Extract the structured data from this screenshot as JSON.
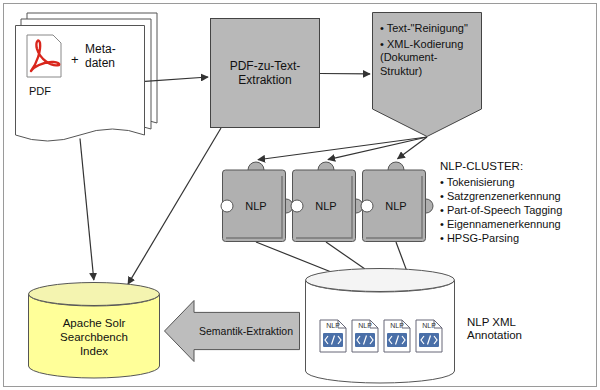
{
  "diagram": {
    "nodes": [
      {
        "text": [
          "PDF",
          "+",
          "Meta- daten"
        ]
      },
      {
        "text": [
          "PDF-zu-Text- Extraktion"
        ]
      },
      {
        "text": [
          "• Text-\"Reinigung\"",
          "• XML-Kodierung (Dokument- Struktur)"
        ]
      },
      {
        "text": [
          "NLP"
        ]
      },
      {
        "text": [
          "NLP"
        ]
      },
      {
        "text": [
          "NLP"
        ]
      },
      {
        "text": [
          "Apache Solr Searchbench Index"
        ]
      },
      {
        "text": [
          "Semantik-Extraktion"
        ]
      },
      {
        "text": [
          "NLP XML Annotation"
        ]
      }
    ],
    "edges": [
      {
        "from": 0,
        "to": 6,
        "arrow": "to"
      },
      {
        "from": 0,
        "to": 1,
        "arrow": "to"
      },
      {
        "from": 1,
        "to": 2,
        "arrow": "to"
      },
      {
        "from": 1,
        "to": 6,
        "arrow": "to"
      },
      {
        "from": 2,
        "to": 3,
        "arrow": "to"
      },
      {
        "from": 2,
        "to": 4,
        "arrow": "to"
      },
      {
        "from": 2,
        "to": 5,
        "arrow": "to"
      },
      {
        "from": 3,
        "to": 8,
        "arrow": "to"
      },
      {
        "from": 4,
        "to": 8,
        "arrow": "to"
      },
      {
        "from": 5,
        "to": 8,
        "arrow": "to"
      }
    ],
    "labels": [
      "NLP-CLUSTER:",
      "• Tokenisierung",
      "• Satzgrenzenerkennung",
      "• Part-of-Speech Tagging",
      "• Eigennamenerkennung",
      "• HPSG-Parsing",
      "NLP",
      "NLP",
      "NLP",
      "NLP"
    ]
  }
}
